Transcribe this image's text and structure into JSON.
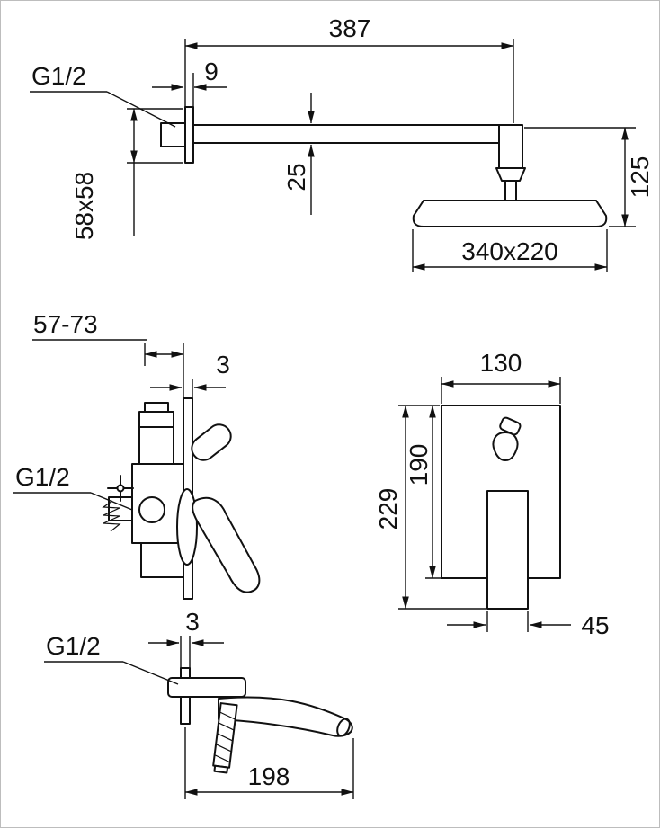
{
  "drawing": {
    "top": {
      "arm_length": "387",
      "flange_thickness": "9",
      "arm_diameter": "25",
      "flange_size": "58x58",
      "connection_thread": "G1/2",
      "head_size": "340x220",
      "head_height": "125"
    },
    "middle": {
      "install_depth": "57-73",
      "plate_thickness": "3",
      "connection_thread": "G1/2",
      "plate_width": "130",
      "plate_height": "190",
      "overall_height": "229",
      "lever_width": "45"
    },
    "bottom": {
      "plate_thickness": "3",
      "connection_thread": "G1/2",
      "spout_length": "198"
    }
  }
}
